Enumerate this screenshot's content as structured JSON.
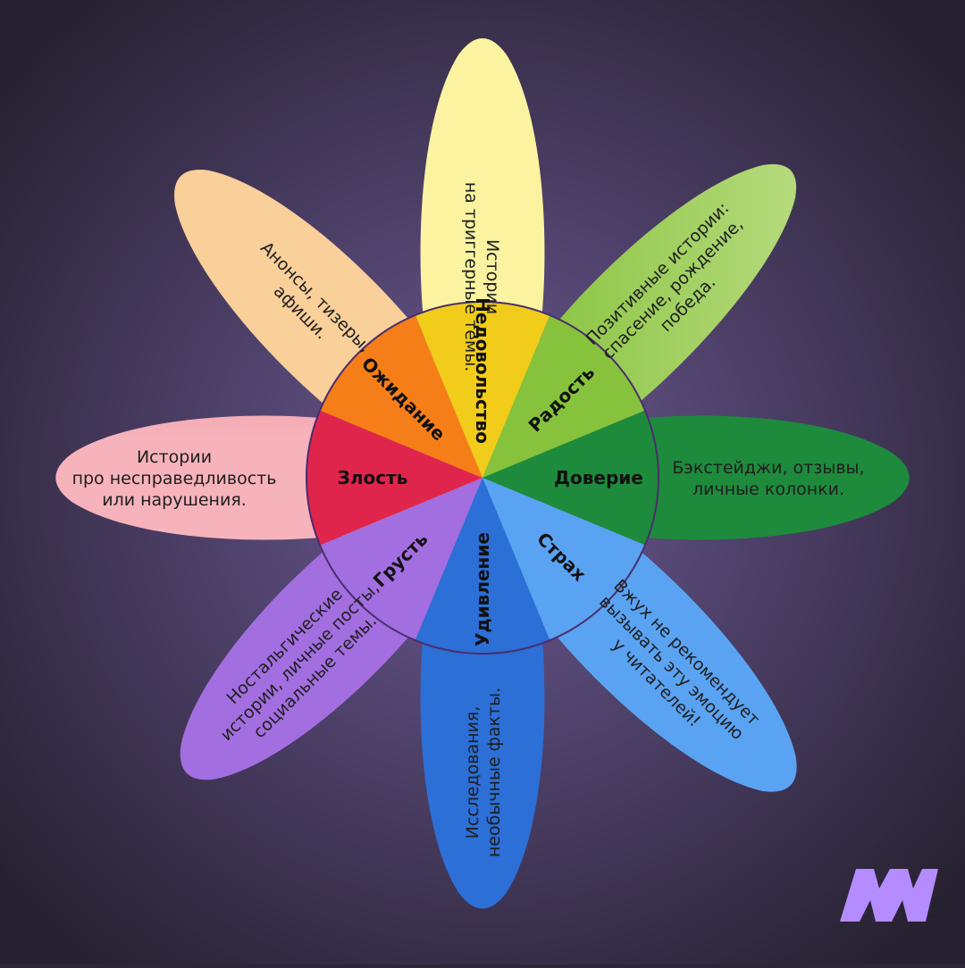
{
  "center_ring": {
    "color": "#4a2d6e"
  },
  "petals": [
    {
      "id": "nedovolstvo",
      "emotion": "Недовольство",
      "color_outer": "#fbf3a0",
      "color_inner": "#f1cc1a",
      "description": [
        "Истории",
        "на триггерные темы."
      ]
    },
    {
      "id": "radost",
      "emotion": "Радость",
      "color_outer": "#cbe59a",
      "color_inner": "#86c23c",
      "description": [
        "Позитивные истории:",
        "спасение, рождение,",
        "победа."
      ]
    },
    {
      "id": "doverie",
      "emotion": "Доверие",
      "color_outer": "#93cc95",
      "color_inner": "#1e8a3c",
      "description": [
        "Бэкстейджи, отзывы,",
        "личные колонки."
      ]
    },
    {
      "id": "strakh",
      "emotion": "Страх",
      "color_outer": "#c4dffc",
      "color_inner": "#5aa3f2",
      "description": [
        "Вжух не рекомендует",
        "вызывать эту эмоцию",
        "у читателей!"
      ]
    },
    {
      "id": "udivlenie",
      "emotion": "Удивление",
      "color_outer": "#cfe1f6",
      "color_inner": "#2c6fd6",
      "description": [
        "Исследования,",
        "необычные факты."
      ]
    },
    {
      "id": "grust",
      "emotion": "Грусть",
      "color_outer": "#f4eafa",
      "color_inner": "#a36ee0",
      "description": [
        "Ностальгические",
        "истории, личные посты,",
        "социальные темы."
      ]
    },
    {
      "id": "zlost",
      "emotion": "Злость",
      "color_outer": "#f6b3bb",
      "color_inner": "#e0254c",
      "description": [
        "Истории",
        "про несправедливость",
        "или нарушения."
      ]
    },
    {
      "id": "ozhidanie",
      "emotion": "Ожидание",
      "color_outer": "#f9cf9a",
      "color_inner": "#f57e18",
      "description": [
        "Анонсы, тизеры,",
        "афиши."
      ]
    }
  ],
  "logo": {
    "name": "logo-icon",
    "color": "#b48cff"
  }
}
